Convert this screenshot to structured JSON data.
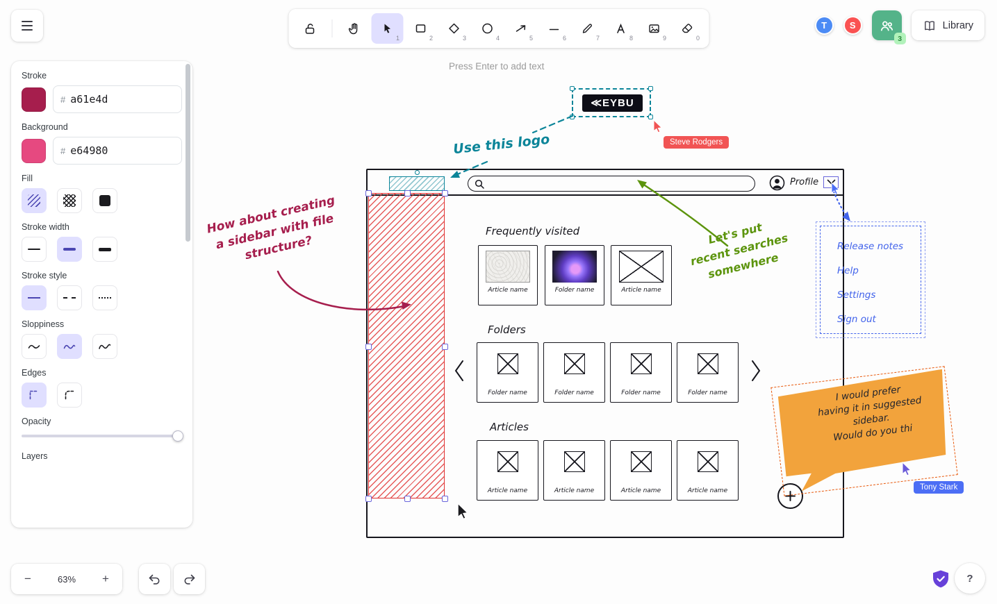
{
  "toolbar": {
    "tools": [
      {
        "name": "lock",
        "key": ""
      },
      {
        "name": "hand",
        "key": ""
      },
      {
        "name": "selection",
        "key": "1",
        "selected": true
      },
      {
        "name": "rectangle",
        "key": "2"
      },
      {
        "name": "diamond",
        "key": "3"
      },
      {
        "name": "ellipse",
        "key": "4"
      },
      {
        "name": "arrow",
        "key": "5"
      },
      {
        "name": "line",
        "key": "6"
      },
      {
        "name": "draw",
        "key": "7"
      },
      {
        "name": "text",
        "key": "8"
      },
      {
        "name": "image",
        "key": "9"
      },
      {
        "name": "eraser",
        "key": "0"
      }
    ]
  },
  "topbar": {
    "avatars": [
      {
        "initial": "T"
      },
      {
        "initial": "S"
      }
    ],
    "collab_badge": "3",
    "library_label": "Library"
  },
  "panel": {
    "stroke": {
      "label": "Stroke",
      "hash": "#",
      "hex": "a61e4d"
    },
    "background": {
      "label": "Background",
      "hash": "#",
      "hex": "e64980"
    },
    "fill_label": "Fill",
    "stroke_width_label": "Stroke width",
    "stroke_style_label": "Stroke style",
    "sloppiness_label": "Sloppiness",
    "edges_label": "Edges",
    "opacity_label": "Opacity",
    "layers_label": "Layers"
  },
  "footer": {
    "zoom_out": "−",
    "zoom_level": "63%",
    "zoom_in": "+",
    "help": "?"
  },
  "canvas": {
    "hint": "Press Enter to add text",
    "logo_text": "≪EYBU",
    "use_logo_note": "Use this logo",
    "sidebar_note": [
      "How about creating",
      "a sidebar with file",
      "structure?"
    ],
    "search_note": [
      "Let's put",
      "recent searches",
      "somewhere"
    ],
    "steve_label": "Steve Rodgers",
    "tony_label": "Tony Stark",
    "sticky_note": [
      "I would prefer",
      "having it in suggested",
      "sidebar.",
      "Would do you thi"
    ],
    "menu_items": [
      "Release notes",
      "Help",
      "Settings",
      "Sign out"
    ],
    "wireframe": {
      "profile_label": "Profile",
      "freq": {
        "label": "Frequently visited",
        "cards": [
          {
            "label": "Article name"
          },
          {
            "label": "Folder name"
          },
          {
            "label": "Article name"
          }
        ]
      },
      "folders": {
        "label": "Folders",
        "cards": [
          {
            "label": "Folder name"
          },
          {
            "label": "Folder name"
          },
          {
            "label": "Folder name"
          },
          {
            "label": "Folder name"
          }
        ]
      },
      "articles": {
        "label": "Articles",
        "cards": [
          {
            "label": "Article name"
          },
          {
            "label": "Article name"
          },
          {
            "label": "Article name"
          },
          {
            "label": "Article name"
          }
        ]
      }
    }
  },
  "colors": {
    "accent_purple": "#6965db",
    "selected_tool_bg": "#e0dfff",
    "stroke_swatch": "#a61e4d",
    "background_swatch": "#e64980",
    "collab_green": "#54b389",
    "badge_green_bg": "#b2f2bb",
    "badge_green_text": "#2b8a3e",
    "avatar_t_blue": "#4c8bf5",
    "avatar_s_red": "#fa5252",
    "teal": "#0c8599",
    "olive_green": "#5c940d",
    "crimson": "#a61e4d",
    "menu_purple": "#4263eb",
    "sticky_orange": "#f2a33c",
    "tony_blue": "#4c6ef5",
    "steve_red": "#f15454",
    "shield_purple": "#6741d9"
  }
}
